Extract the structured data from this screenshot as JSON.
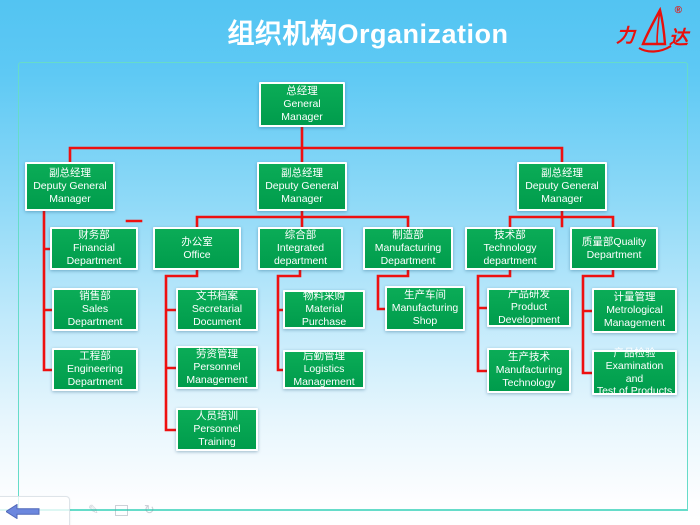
{
  "title": "组织机构Organization",
  "logo": {
    "zh_left": "力",
    "zh_right": "达",
    "registered_mark": "®"
  },
  "colors": {
    "background_top": "#53c4f2",
    "background_bottom": "#ffffff",
    "box_green": "#00a551",
    "connector_red": "#ee1010",
    "frame_teal": "#66dcc9",
    "title_text": "#ffffff",
    "logo_red": "#e8100c",
    "back_arrow_blue": "#6c87de"
  },
  "icons": {
    "back_arrow": "left-arrow",
    "pen": "✎",
    "rectangle": "▭",
    "redo": "↻"
  },
  "org_nodes": [
    {
      "id": "general-manager",
      "parent": null,
      "text": "总经理\nGeneral\nManager"
    },
    {
      "id": "deputy-general-manager-1",
      "parent": "general-manager",
      "text": "副总经理\nDeputy General\nManager"
    },
    {
      "id": "deputy-general-manager-2",
      "parent": "general-manager",
      "text": "副总经理\nDeputy General\nManager"
    },
    {
      "id": "deputy-general-manager-3",
      "parent": "general-manager",
      "text": "副总经理\nDeputy General\nManager"
    },
    {
      "id": "financial-department",
      "parent": "deputy-general-manager-1",
      "text": "财务部\nFinancial\nDepartment"
    },
    {
      "id": "office",
      "parent": "deputy-general-manager-2",
      "text": "办公室\nOffice"
    },
    {
      "id": "integrated-department",
      "parent": "deputy-general-manager-2",
      "text": "综合部Integrated\ndepartment"
    },
    {
      "id": "manufacturing-department",
      "parent": "deputy-general-manager-2",
      "text": "制造部\nManufacturing\nDepartment"
    },
    {
      "id": "technology-department",
      "parent": "deputy-general-manager-3",
      "text": "技术部\nTechnology\ndepartment"
    },
    {
      "id": "quality-department",
      "parent": "deputy-general-manager-3",
      "text": "质量部Quality\nDepartment"
    },
    {
      "id": "sales-department",
      "parent": "deputy-general-manager-1",
      "text": "销售部\nSales\nDepartment"
    },
    {
      "id": "engineering-department",
      "parent": "deputy-general-manager-1",
      "text": "工程部\nEngineering\nDepartment"
    },
    {
      "id": "secretarial-document",
      "parent": "office",
      "text": "文书档案\nSecretarial\nDocument"
    },
    {
      "id": "personnel-management",
      "parent": "office",
      "text": "劳资管理\nPersonnel\nManagement"
    },
    {
      "id": "personnel-training",
      "parent": "office",
      "text": "人员培训\nPersonnel\nTraining"
    },
    {
      "id": "material-purchase",
      "parent": "integrated-department",
      "text": "物料采购Material\nPurchase"
    },
    {
      "id": "logistics-management",
      "parent": "integrated-department",
      "text": "后勤管理Logistics\nManagement"
    },
    {
      "id": "manufacturing-shop",
      "parent": "manufacturing-department",
      "text": "生产车间\nManufacturing\nShop"
    },
    {
      "id": "product-development",
      "parent": "technology-department",
      "text": "产品研发Product\nDevelopment"
    },
    {
      "id": "manufacturing-technology",
      "parent": "technology-department",
      "text": "生产技术\nManufacturing\nTechnology"
    },
    {
      "id": "metrological-management",
      "parent": "quality-department",
      "text": "计量管理\nMetrological\nManagement"
    },
    {
      "id": "examination-test",
      "parent": "quality-department",
      "text": "产品检验\nExamination and\nTest of Products"
    }
  ]
}
